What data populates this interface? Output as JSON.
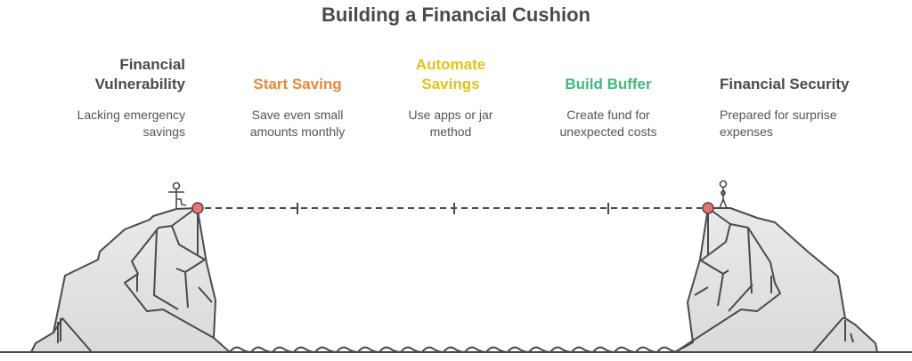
{
  "title": "Building a Financial Cushion",
  "steps": [
    {
      "label": "Financial Vulnerability",
      "description": "Lacking emergency savings",
      "color": "#4a4a4a",
      "align": "right"
    },
    {
      "label": "Start Saving",
      "description": "Save even small amounts monthly",
      "color": "#e8883a",
      "align": "center"
    },
    {
      "label": "Automate Savings",
      "description": "Use apps or jar method",
      "color": "#e2c21a",
      "align": "center"
    },
    {
      "label": "Build Buffer",
      "description": "Create fund for unexpected costs",
      "color": "#3dbb78",
      "align": "center"
    },
    {
      "label": "Financial Security",
      "description": "Prepared for surprise expenses",
      "color": "#4a4a4a",
      "align": "left"
    }
  ],
  "colors": {
    "rock_fill": "#e2e2e2",
    "line": "#4a4a4a",
    "endpoint": "#f07070"
  },
  "icons": [
    "left-cliff-icon",
    "right-cliff-icon",
    "stick-figure-icon",
    "water-waves-icon"
  ]
}
